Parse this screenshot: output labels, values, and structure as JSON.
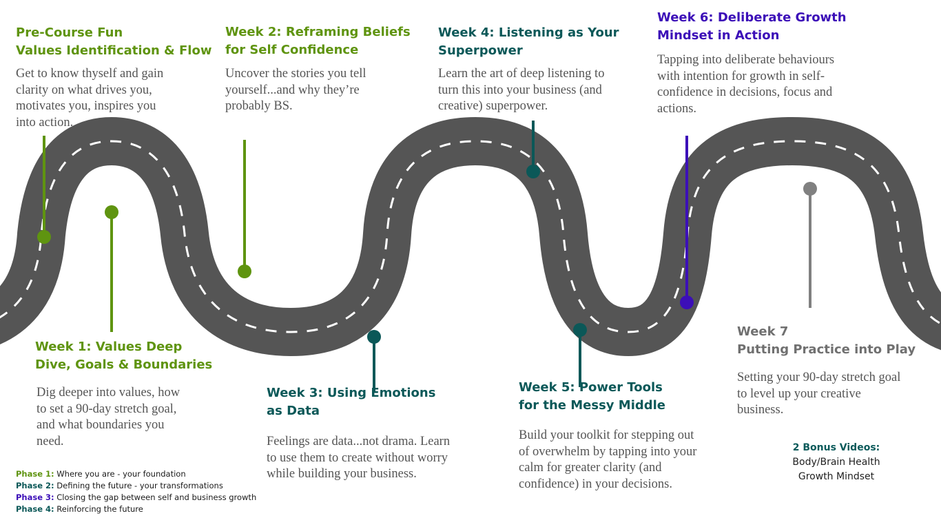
{
  "colors": {
    "road": "#555555",
    "road_dash": "#ffffff",
    "phase1": "#5f9410",
    "phase2": "#0b5858",
    "phase3": "#3c0fb8",
    "phase4": "#808080",
    "body_text": "#555555"
  },
  "stops": [
    {
      "title": [
        "Pre-Course Fun",
        "Values Identification & Flow"
      ],
      "desc": [
        "Get to know thyself and gain",
        "clarity on what drives you,",
        "motivates you, inspires you",
        "into action."
      ]
    },
    {
      "title": [
        "Week 1: Values Deep",
        "Dive, Goals & Boundaries"
      ],
      "desc": [
        "Dig deeper into values, how",
        "to set a 90-day stretch goal,",
        "and what boundaries you",
        "need."
      ]
    },
    {
      "title": [
        "Week 2: Reframing Beliefs",
        "for Self Confidence"
      ],
      "desc": [
        "Uncover the stories you tell",
        "yourself...and why they’re",
        "probably BS."
      ]
    },
    {
      "title": [
        "Week 3: Using Emotions",
        "as Data"
      ],
      "desc": [
        "Feelings are data...not drama. Learn",
        "to use them to create without worry",
        "while building your business."
      ]
    },
    {
      "title": [
        "Week 4: Listening as Your",
        "Superpower"
      ],
      "desc": [
        "Learn the art of deep listening to",
        "turn this into your business (and",
        "creative) superpower."
      ]
    },
    {
      "title": [
        "Week 5: Power Tools",
        "for the Messy Middle"
      ],
      "desc": [
        "Build your toolkit for stepping out",
        "of overwhelm by tapping into your",
        "calm for greater clarity (and",
        "confidence) in your decisions."
      ]
    },
    {
      "title": [
        "Week 6: Deliberate Growth",
        "Mindset in Action"
      ],
      "desc": [
        "Tapping into deliberate behaviours",
        "with intention for growth in self-",
        "confidence in decisions, focus and",
        "actions."
      ]
    },
    {
      "title": [
        "Week 7",
        "Putting Practice into Play"
      ],
      "desc": [
        "Setting your 90-day stretch goal",
        "to level up your creative",
        "business."
      ]
    }
  ],
  "legend": [
    {
      "key": "Phase 1:",
      "text": " Where you are - your foundation"
    },
    {
      "key": "Phase 2:",
      "text": " Defining the future - your transformations"
    },
    {
      "key": "Phase 3:",
      "text": " Closing the gap between self and business growth"
    },
    {
      "key": "Phase 4:",
      "text": " Reinforcing the future"
    }
  ],
  "bonus": {
    "title": "2 Bonus Videos:",
    "items": [
      "Body/Brain Health",
      "Growth Mindset"
    ]
  }
}
